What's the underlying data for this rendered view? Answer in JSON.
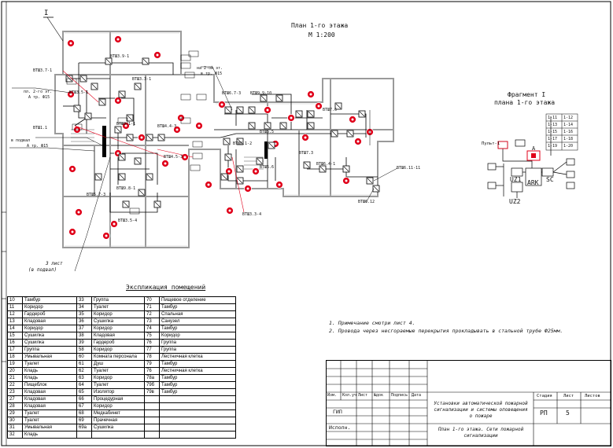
{
  "plan": {
    "title": "План 1-го этажа",
    "scale": "М 1:200",
    "axis_marker": "I",
    "stair_note_1": "пл. 2-го эт.",
    "stair_note_2": "А тр. Ф15",
    "stair_note_3": "в подвал",
    "stair_note_4": "А тр. Ф15",
    "basement_note": "на 2-ой эт.",
    "basement_note2": "в тр. Ф15",
    "footer_mark": "3 лист",
    "footer_mark2": "(в подвал)"
  },
  "fragment": {
    "title_1": "Фрагмент I",
    "title_2": "плана 1-го этажа",
    "labels": [
      "1-11",
      "1-12",
      "1-13",
      "1-14",
      "1-15",
      "1-16",
      "1-17",
      "1-18",
      "1-19",
      "1-20"
    ],
    "device_labels": [
      "UZ1",
      "ARK",
      "SC",
      "UZ2",
      "А"
    ],
    "note": "Пульт-1"
  },
  "explication": {
    "title": "Экспликация помещений",
    "col1": [
      [
        "10",
        "Тамбур"
      ],
      [
        "11",
        "Коридор"
      ],
      [
        "12",
        "Гардероб"
      ],
      [
        "13",
        "Кладовая"
      ],
      [
        "14",
        "Коридор"
      ],
      [
        "15",
        "Сушилка"
      ],
      [
        "16",
        "Сушилка"
      ],
      [
        "17",
        "Группа"
      ],
      [
        "18",
        "Умывальная"
      ],
      [
        "19",
        "Туалет"
      ],
      [
        "20",
        "Кладь"
      ],
      [
        "21",
        "Кладь"
      ],
      [
        "22",
        "Пищеблок"
      ],
      [
        "23",
        "Кладовая"
      ],
      [
        "27",
        "Кладовая"
      ],
      [
        "28",
        "Кладовая"
      ],
      [
        "29",
        "Туалет"
      ],
      [
        "30",
        "Туалет"
      ],
      [
        "31",
        "Умывальная"
      ],
      [
        "32",
        "Кладь"
      ]
    ],
    "col2": [
      [
        "33",
        "Группа"
      ],
      [
        "34",
        "Туалет"
      ],
      [
        "35",
        "Коридор"
      ],
      [
        "36",
        "Сушилка"
      ],
      [
        "37",
        "Коридор"
      ],
      [
        "38",
        "Кладовая"
      ],
      [
        "39",
        "Гардероб"
      ],
      [
        "58",
        "Коридор"
      ],
      [
        "60",
        "Комната персонала"
      ],
      [
        "61",
        "Душ"
      ],
      [
        "62",
        "Туалет"
      ],
      [
        "63",
        "Коридор"
      ],
      [
        "64",
        "Туалет"
      ],
      [
        "65",
        "Изолятор"
      ],
      [
        "66",
        "Процедурная"
      ],
      [
        "67",
        "Коридор"
      ],
      [
        "68",
        "Медкабинет"
      ],
      [
        "69",
        "Прачечная"
      ],
      [
        "69а",
        "Сушилка"
      ],
      [
        "",
        ""
      ]
    ],
    "col3": [
      [
        "70",
        "Пищевое отделение"
      ],
      [
        "71",
        "Тамбур"
      ],
      [
        "72",
        "Спальная"
      ],
      [
        "73",
        "Санузел"
      ],
      [
        "74",
        "Тамбур"
      ],
      [
        "75",
        "Коридор"
      ],
      [
        "76",
        "Группа"
      ],
      [
        "77",
        "Группа"
      ],
      [
        "78",
        "Лестничная клетка"
      ],
      [
        "79",
        "Тамбур"
      ],
      [
        "76",
        "Лестничная клетка"
      ],
      [
        "78а",
        "Тамбур"
      ],
      [
        "79б",
        "Тамбур"
      ],
      [
        "79в",
        "Тамбур"
      ],
      [
        "",
        ""
      ],
      [
        "",
        ""
      ],
      [
        "",
        ""
      ],
      [
        "",
        ""
      ],
      [
        "",
        ""
      ],
      [
        "",
        ""
      ]
    ]
  },
  "notes": {
    "note1": "1. Примечание смотри лист 4.",
    "note2": "2. Провода через несгораемые перекрытия прокладывать в стальной трубе Ф25мм."
  },
  "stamp": {
    "headers": [
      "Изм.",
      "Кол.уч",
      "Лист",
      "№док",
      "Подпись",
      "Дата"
    ],
    "gip": "ГИП",
    "ispoln": "Исполн.",
    "project_title": "Установки автоматической пожарной сигнализации и системы оповещения о пожаре",
    "stage_h": "Стадия",
    "sheet_h": "Лист",
    "sheets_h": "Листов",
    "stage": "РП",
    "sheet": "5",
    "sheet_title": "План 1-го этажа. Сети пожарной сигнализации"
  },
  "loop_labels": [
    "ВТШ3.9-1",
    "ВТШ3.7-1",
    "ВТШ3.5-1",
    "ВТШ3.3-1",
    "ВТШ1.1",
    "ВТШ3.1-1",
    "ВТШ4.4-3",
    "ВТШ4.5-3",
    "ВТШ6.7-3",
    "ВТШ9.9-10",
    "ВТШ7.6",
    "ВТШ5.6",
    "ВТШ8.1-2",
    "ВТШ5.5",
    "ВТШ7.3",
    "ВТШ6.4-1",
    "ВТШ6.11-11",
    "ВТШ6.12",
    "ВТШ3.3-4",
    "ВТШ9.8-1",
    "ВТШ5.7-3",
    "ВТШ3.5-4"
  ],
  "colors": {
    "line": "#000000",
    "detector": "#e0001a",
    "wall": "#9a9a9a",
    "wire": "#000000"
  }
}
